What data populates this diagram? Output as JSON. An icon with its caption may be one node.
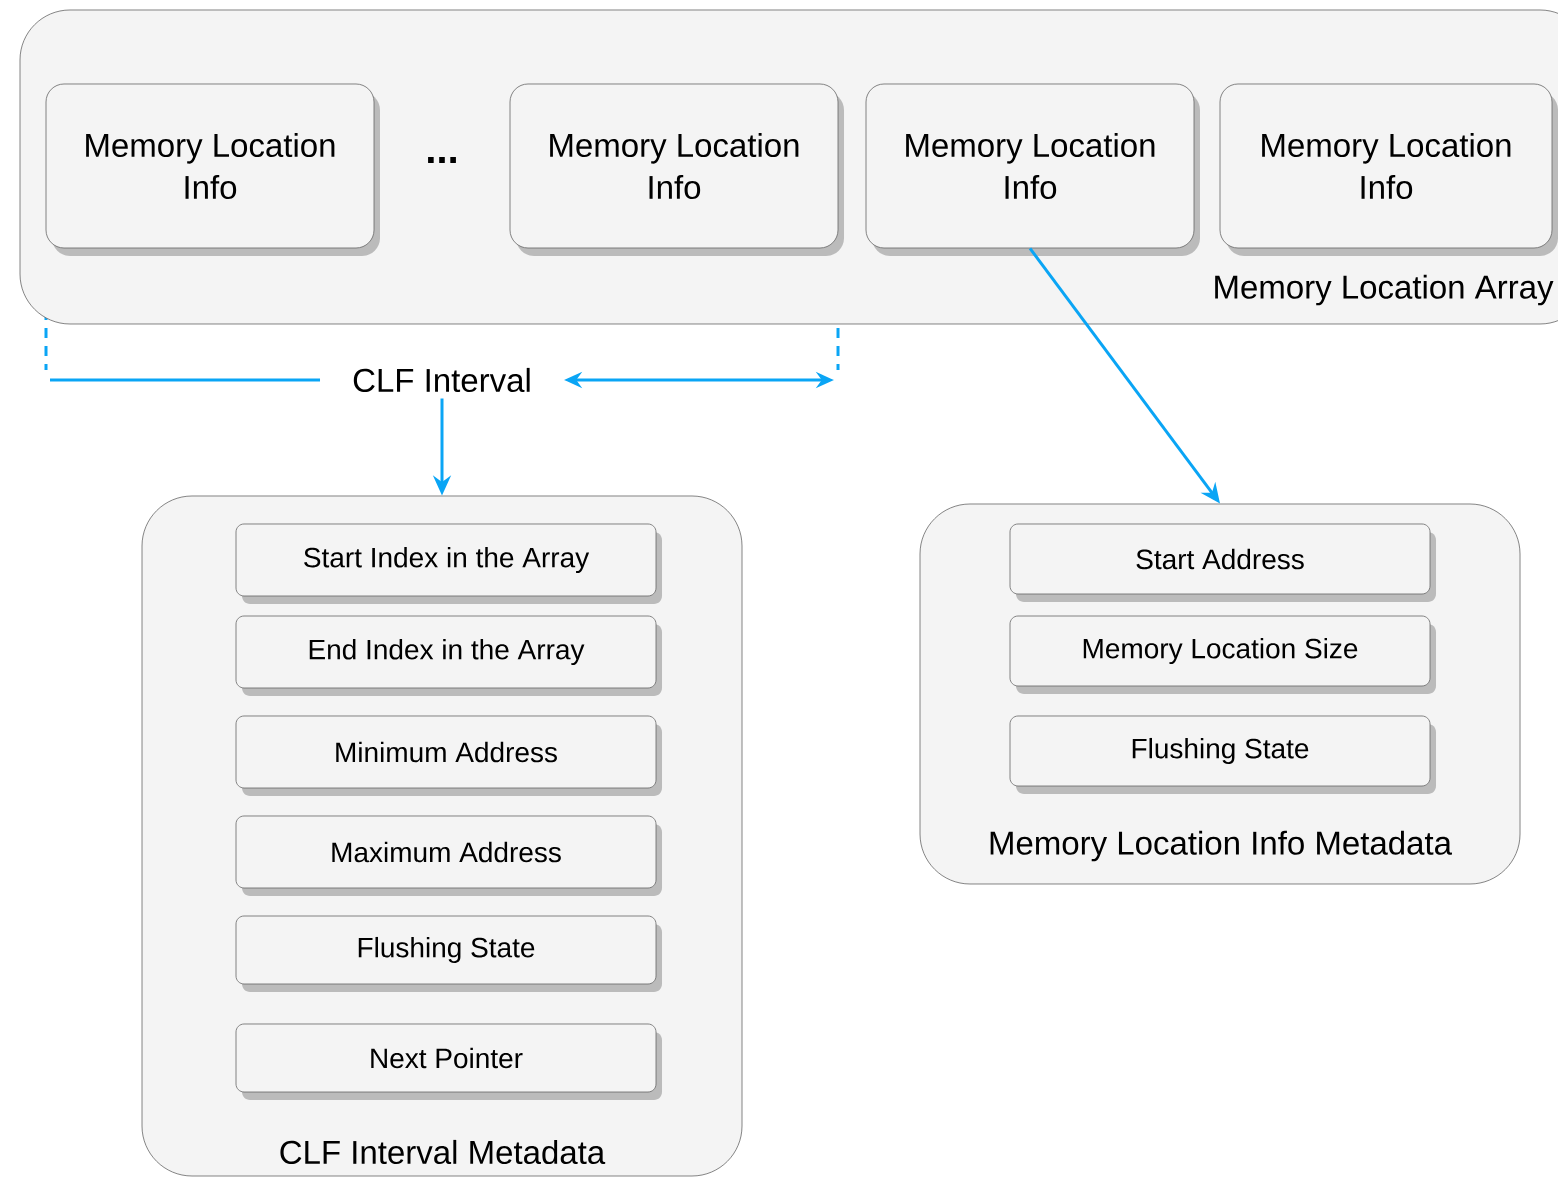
{
  "diagram": {
    "nodes": [
      {
        "text": [
          "Memory Location Array"
        ]
      },
      {
        "text": [
          "Memory Location Info"
        ],
        "in": 0
      },
      {
        "text": [
          "Memory Location Info"
        ],
        "in": 0
      },
      {
        "text": [
          "Memory Location Info"
        ],
        "in": 0
      },
      {
        "text": [
          "Memory Location Info"
        ],
        "in": 0
      },
      {
        "text": [
          "CLF Interval"
        ]
      },
      {
        "text": [
          "CLF Interval Metadata"
        ]
      },
      {
        "text": [
          "Start Index in the Array"
        ],
        "in": 6
      },
      {
        "text": [
          "End Index in the Array"
        ],
        "in": 6
      },
      {
        "text": [
          "Minimum Address"
        ],
        "in": 6
      },
      {
        "text": [
          "Maximum Address"
        ],
        "in": 6
      },
      {
        "text": [
          "Flushing State"
        ],
        "in": 6
      },
      {
        "text": [
          "Next Pointer"
        ],
        "in": 6
      },
      {
        "text": [
          "Memory Location Info Metadata"
        ]
      },
      {
        "text": [
          "Start Address"
        ],
        "in": 13
      },
      {
        "text": [
          "Memory Location Size"
        ],
        "in": 13
      },
      {
        "text": [
          "Flushing State"
        ],
        "in": 13
      }
    ],
    "edges": [
      {
        "from": 5,
        "to": 6,
        "arrow": "to"
      },
      {
        "from": 3,
        "to": 13,
        "arrow": "to"
      }
    ],
    "labels": [
      "..."
    ]
  }
}
